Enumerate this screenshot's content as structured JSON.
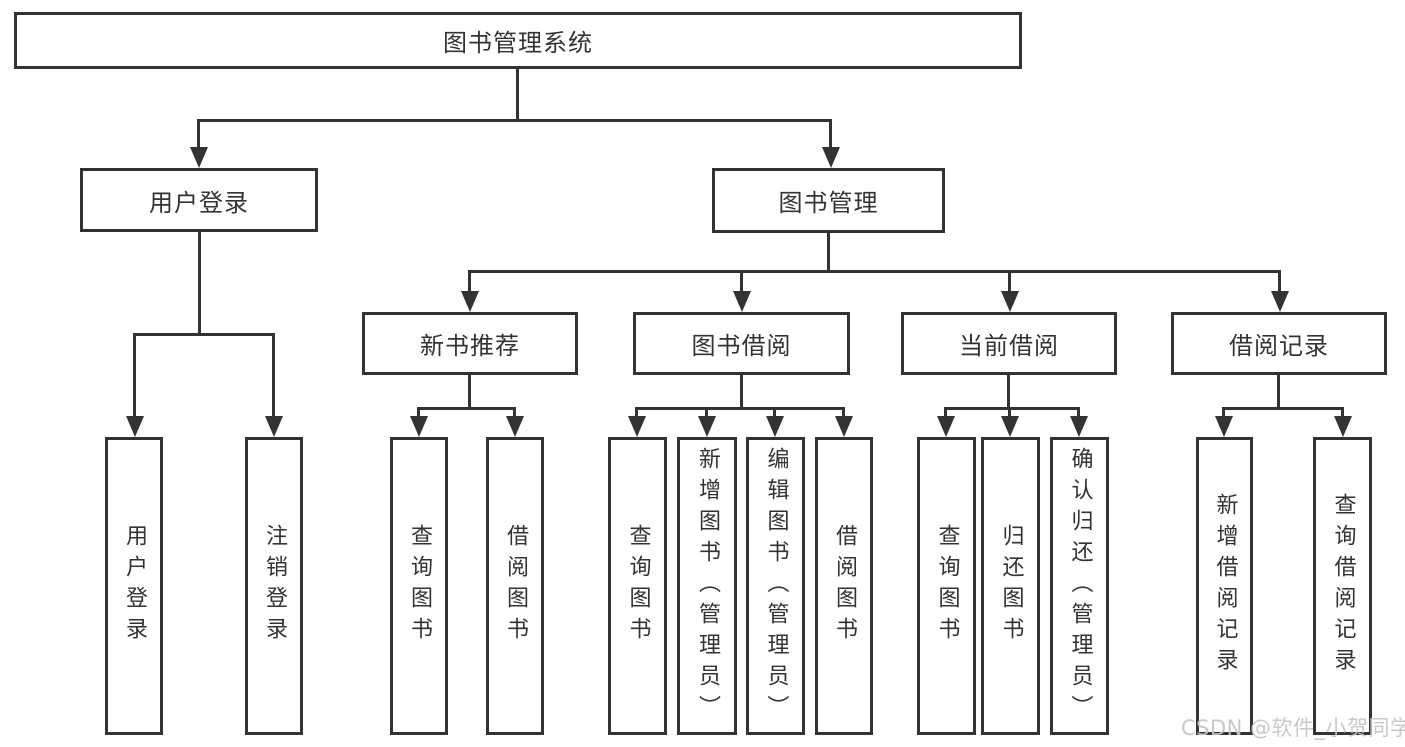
{
  "diagram": {
    "root": {
      "label": "图书管理系统"
    },
    "branches": [
      {
        "label": "用户登录",
        "children": [
          {
            "label": "用户登录"
          },
          {
            "label": "注销登录"
          }
        ]
      },
      {
        "label": "图书管理",
        "children": [
          {
            "label": "新书推荐",
            "children": [
              {
                "label": "查询图书"
              },
              {
                "label": "借阅图书"
              }
            ]
          },
          {
            "label": "图书借阅",
            "children": [
              {
                "label": "查询图书"
              },
              {
                "label": "新增图书（管理员）"
              },
              {
                "label": "编辑图书（管理员）"
              },
              {
                "label": "借阅图书"
              }
            ]
          },
          {
            "label": "当前借阅",
            "children": [
              {
                "label": "查询图书"
              },
              {
                "label": "归还图书"
              },
              {
                "label": "确认归还（管理员）"
              }
            ]
          },
          {
            "label": "借阅记录",
            "children": [
              {
                "label": "新增借阅记录"
              },
              {
                "label": "查询借阅记录"
              }
            ]
          }
        ]
      }
    ],
    "colors": {
      "line": "#333333",
      "box_fill": "#ffffff",
      "text": "#333333",
      "background": "#ffffff",
      "watermark": "#c6c6c6"
    }
  },
  "watermark": {
    "text": "CSDN @软件_小贺同学"
  }
}
